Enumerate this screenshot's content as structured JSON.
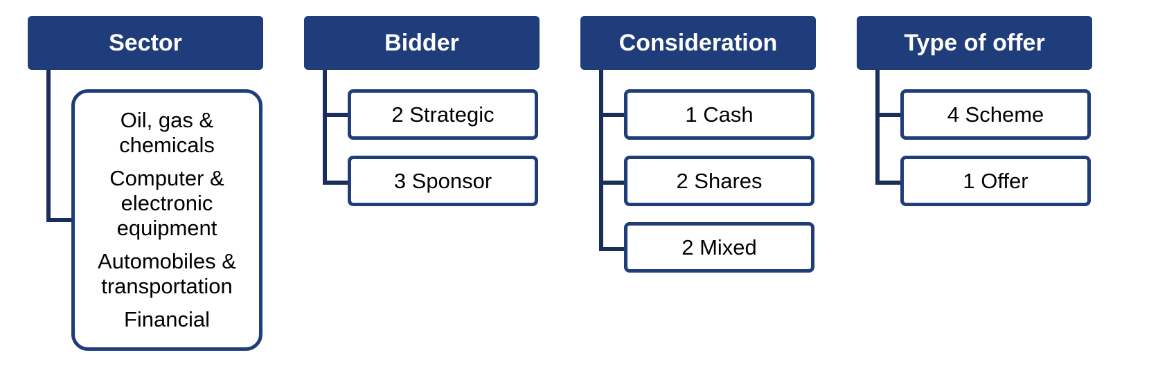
{
  "colors": {
    "header_bg": "#1f3d7a",
    "connector": "#1a2e5e",
    "box_border": "#1f3d7a"
  },
  "columns": {
    "sector": {
      "title": "Sector",
      "items": [
        "Oil, gas & chemicals",
        "Computer & electronic equipment",
        "Automobiles & transportation",
        "Financial"
      ]
    },
    "bidder": {
      "title": "Bidder",
      "items": [
        "2 Strategic",
        "3 Sponsor"
      ]
    },
    "consideration": {
      "title": "Consideration",
      "items": [
        "1 Cash",
        "2 Shares",
        "2 Mixed"
      ]
    },
    "offer_type": {
      "title": "Type of offer",
      "items": [
        "4 Scheme",
        "1 Offer"
      ]
    }
  }
}
